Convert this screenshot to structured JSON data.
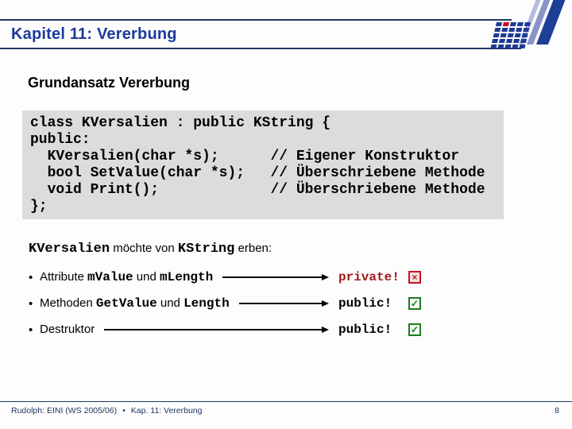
{
  "header": {
    "title": "Kapitel 11: Vererbung"
  },
  "slide": {
    "title": "Grundansatz Vererbung"
  },
  "code": {
    "lines": [
      "class KVersalien : public KString {",
      "public:",
      "  KVersalien(char *s);      // Eigener Konstruktor",
      "  bool SetValue(char *s);   // Überschriebene Methode",
      "  void Print();             // Überschriebene Methode",
      "};"
    ]
  },
  "intro": {
    "mono1": "KVersalien",
    "text1": " möchte von ",
    "mono2": "KString",
    "text2": " erben:"
  },
  "bullets": [
    {
      "marker": "•",
      "text1": "Attribute ",
      "mono1": "mValue",
      "text2": " und ",
      "mono2": "mLength",
      "result": "private!",
      "status": "denied",
      "icon_name": "x-box-icon",
      "icon_glyph": "×"
    },
    {
      "marker": "•",
      "text1": "Methoden ",
      "mono1": "GetValue",
      "text2": " und ",
      "mono2": "Length",
      "result": "public!",
      "status": "allowed",
      "icon_name": "check-box-icon",
      "icon_glyph": "✓"
    },
    {
      "marker": "•",
      "text1": "Destruktor",
      "mono1": "",
      "text2": "",
      "mono2": "",
      "result": "public!",
      "status": "allowed",
      "icon_name": "check-box-icon",
      "icon_glyph": "✓"
    }
  ],
  "footer": {
    "left": "Rudolph: EINI (WS 2005/06)",
    "separator": "•",
    "chapter": "Kap. 11: Vererbung",
    "page": "8"
  },
  "colors": {
    "accent_blue": "#1c3a9c",
    "navy": "#1f3864",
    "code_bg": "#dcdcdc",
    "denied_red": "#a21c1c",
    "allowed_green": "#1e7e1e",
    "logo_blue": "#1e3a94",
    "logo_red": "#cc0022"
  }
}
